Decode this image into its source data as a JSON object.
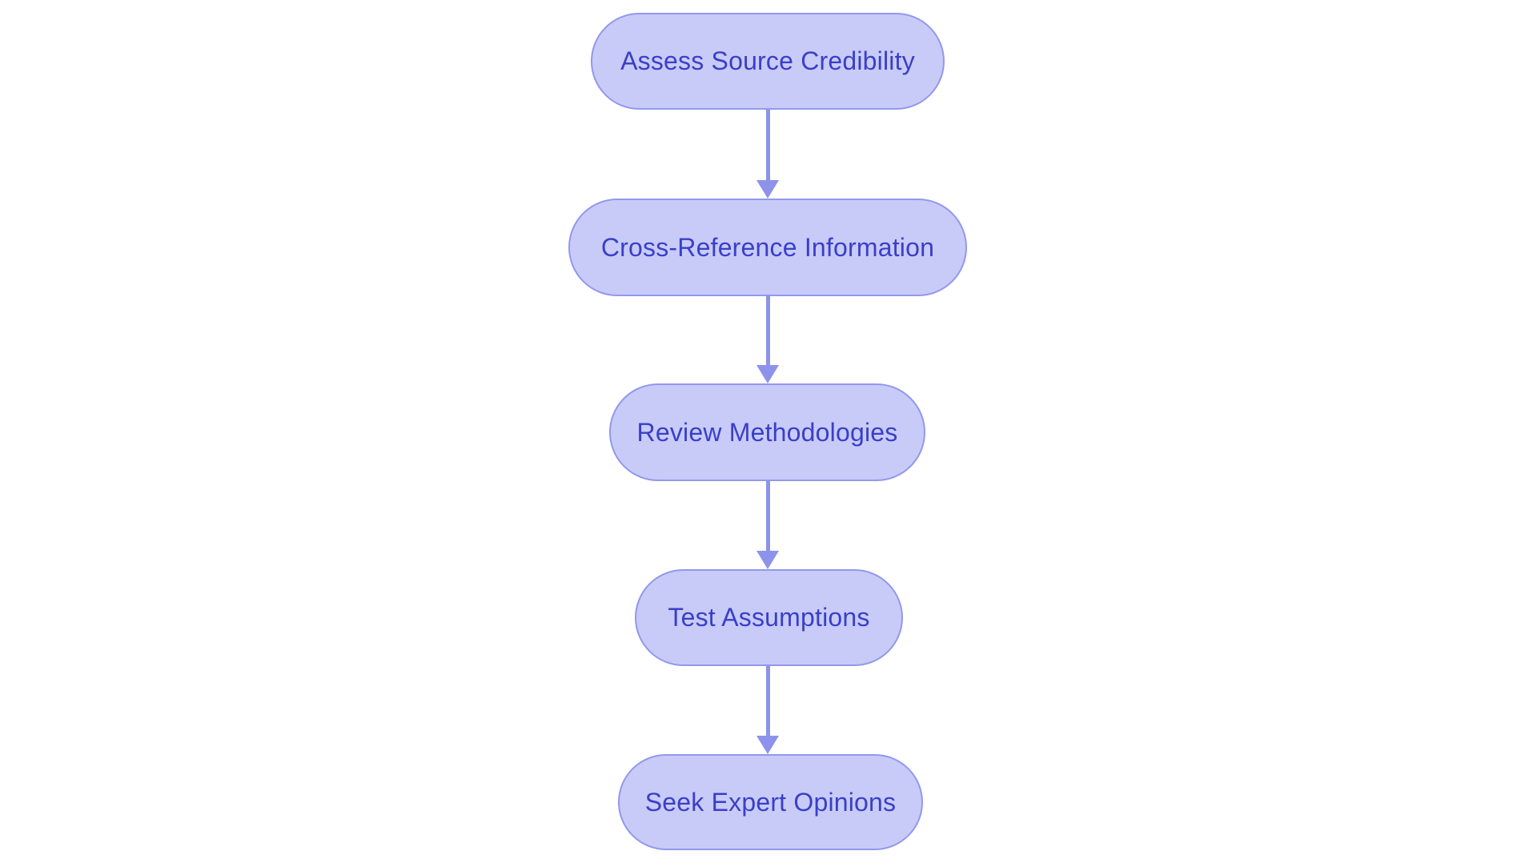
{
  "diagram": {
    "type": "flowchart",
    "direction": "top-down",
    "nodes": [
      {
        "id": "assess-source-credibility",
        "label": "Assess Source Credibility"
      },
      {
        "id": "cross-reference-information",
        "label": "Cross-Reference Information"
      },
      {
        "id": "review-methodologies",
        "label": "Review Methodologies"
      },
      {
        "id": "test-assumptions",
        "label": "Test Assumptions"
      },
      {
        "id": "seek-expert-opinions",
        "label": "Seek Expert Opinions"
      }
    ],
    "edges": [
      {
        "from": "assess-source-credibility",
        "to": "cross-reference-information"
      },
      {
        "from": "cross-reference-information",
        "to": "review-methodologies"
      },
      {
        "from": "review-methodologies",
        "to": "test-assumptions"
      },
      {
        "from": "test-assumptions",
        "to": "seek-expert-opinions"
      }
    ],
    "colors": {
      "background": "#ffffff",
      "node_fill": "#c8cbf8",
      "node_border": "#9298ec",
      "node_text": "#3a3fc8",
      "arrow": "#8d92ea"
    }
  }
}
